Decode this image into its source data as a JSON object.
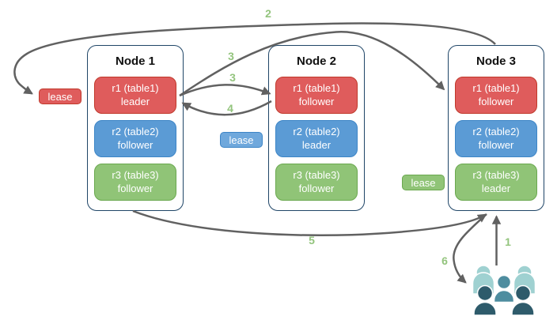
{
  "nodes": [
    {
      "title": "Node 1",
      "replicas": [
        {
          "label": "r1 (table1)",
          "role": "leader",
          "color": "red"
        },
        {
          "label": "r2 (table2)",
          "role": "follower",
          "color": "blue"
        },
        {
          "label": "r3 (table3)",
          "role": "follower",
          "color": "green"
        }
      ]
    },
    {
      "title": "Node 2",
      "replicas": [
        {
          "label": "r1 (table1)",
          "role": "follower",
          "color": "red"
        },
        {
          "label": "r2 (table2)",
          "role": "leader",
          "color": "blue"
        },
        {
          "label": "r3 (table3)",
          "role": "follower",
          "color": "green"
        }
      ]
    },
    {
      "title": "Node 3",
      "replicas": [
        {
          "label": "r1 (table1)",
          "role": "follower",
          "color": "red"
        },
        {
          "label": "r2 (table2)",
          "role": "follower",
          "color": "blue"
        },
        {
          "label": "r3 (table3)",
          "role": "leader",
          "color": "green"
        }
      ]
    }
  ],
  "leases": [
    {
      "label": "lease",
      "color": "red"
    },
    {
      "label": "lease",
      "color": "blue"
    },
    {
      "label": "lease",
      "color": "green"
    }
  ],
  "steps": {
    "step1": "1",
    "step2": "2",
    "step3_a": "3",
    "step3_b": "3",
    "step4": "4",
    "step5": "5",
    "step6": "6"
  },
  "icons": {
    "users": "users-group-icon"
  },
  "colors": {
    "red_fill": "#df5c5c",
    "red_border": "#c0392b",
    "blue_fill": "#5b9bd5",
    "blue_border": "#3d85c6",
    "green_fill": "#90c477",
    "green_border": "#6aa84f",
    "node_border": "#1f4567",
    "arrow": "#616161",
    "step_label": "#93c47d",
    "users_light": "#9fd1d1",
    "users_mid": "#4e8d9f",
    "users_dark": "#2e5b6b"
  }
}
